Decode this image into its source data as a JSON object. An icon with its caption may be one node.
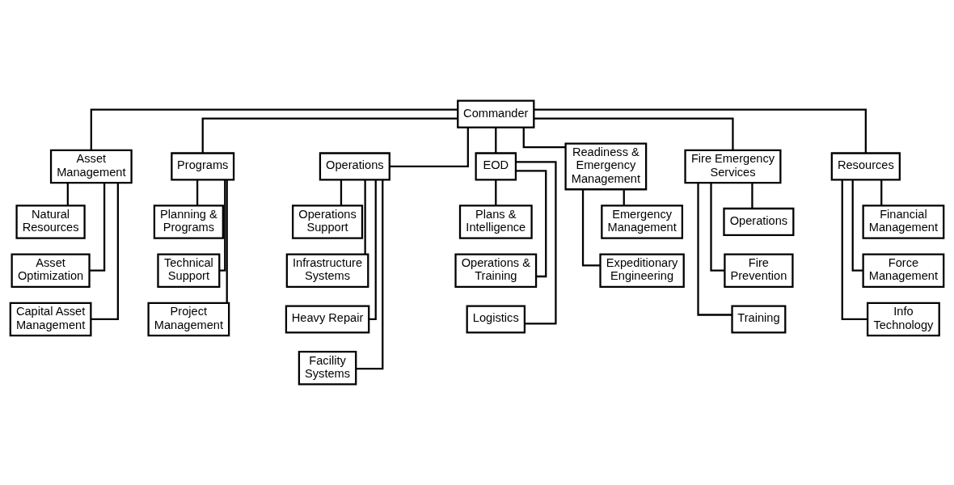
{
  "diagram": {
    "nodes": [
      {
        "text": [
          "Commander"
        ]
      },
      {
        "text": [
          "Asset Management"
        ]
      },
      {
        "text": [
          "Natural Resources"
        ]
      },
      {
        "text": [
          "Asset Optimization"
        ]
      },
      {
        "text": [
          "Capital Asset Management"
        ]
      },
      {
        "text": [
          "Programs"
        ]
      },
      {
        "text": [
          "Planning & Programs"
        ]
      },
      {
        "text": [
          "Technical Support"
        ]
      },
      {
        "text": [
          "Project Management"
        ]
      },
      {
        "text": [
          "Operations"
        ]
      },
      {
        "text": [
          "Operations Support"
        ]
      },
      {
        "text": [
          "Infrastructure Systems"
        ]
      },
      {
        "text": [
          "Heavy Repair"
        ]
      },
      {
        "text": [
          "Facility Systems"
        ]
      },
      {
        "text": [
          "EOD"
        ]
      },
      {
        "text": [
          "Plans & Intelligence"
        ]
      },
      {
        "text": [
          "Operations & Training"
        ]
      },
      {
        "text": [
          "Logistics"
        ]
      },
      {
        "text": [
          "Readiness & Emergency Management"
        ]
      },
      {
        "text": [
          "Emergency Management"
        ]
      },
      {
        "text": [
          "Expeditionary Engineering"
        ]
      },
      {
        "text": [
          "Fire Emergency Services"
        ]
      },
      {
        "text": [
          "Operations"
        ]
      },
      {
        "text": [
          "Fire Prevention"
        ]
      },
      {
        "text": [
          "Training"
        ]
      },
      {
        "text": [
          "Resources"
        ]
      },
      {
        "text": [
          "Financial Management"
        ]
      },
      {
        "text": [
          "Force Management"
        ]
      },
      {
        "text": [
          "Info Technology"
        ]
      }
    ],
    "edges": [
      {
        "from": 0,
        "to": 1,
        "arrow": "none"
      },
      {
        "from": 0,
        "to": 5,
        "arrow": "none"
      },
      {
        "from": 0,
        "to": 9,
        "arrow": "none"
      },
      {
        "from": 0,
        "to": 14,
        "arrow": "none"
      },
      {
        "from": 0,
        "to": 18,
        "arrow": "none"
      },
      {
        "from": 0,
        "to": 21,
        "arrow": "none"
      },
      {
        "from": 0,
        "to": 25,
        "arrow": "none"
      },
      {
        "from": 1,
        "to": 2,
        "arrow": "none"
      },
      {
        "from": 1,
        "to": 3,
        "arrow": "none"
      },
      {
        "from": 1,
        "to": 4,
        "arrow": "none"
      },
      {
        "from": 5,
        "to": 6,
        "arrow": "none"
      },
      {
        "from": 5,
        "to": 7,
        "arrow": "none"
      },
      {
        "from": 5,
        "to": 8,
        "arrow": "none"
      },
      {
        "from": 9,
        "to": 10,
        "arrow": "none"
      },
      {
        "from": 9,
        "to": 11,
        "arrow": "none"
      },
      {
        "from": 9,
        "to": 12,
        "arrow": "none"
      },
      {
        "from": 9,
        "to": 13,
        "arrow": "none"
      },
      {
        "from": 14,
        "to": 15,
        "arrow": "none"
      },
      {
        "from": 14,
        "to": 16,
        "arrow": "none"
      },
      {
        "from": 14,
        "to": 17,
        "arrow": "none"
      },
      {
        "from": 18,
        "to": 19,
        "arrow": "none"
      },
      {
        "from": 18,
        "to": 20,
        "arrow": "none"
      },
      {
        "from": 21,
        "to": 22,
        "arrow": "none"
      },
      {
        "from": 21,
        "to": 23,
        "arrow": "none"
      },
      {
        "from": 21,
        "to": 24,
        "arrow": "none"
      },
      {
        "from": 25,
        "to": 26,
        "arrow": "none"
      },
      {
        "from": 25,
        "to": 27,
        "arrow": "none"
      },
      {
        "from": 25,
        "to": 28,
        "arrow": "none"
      }
    ]
  }
}
